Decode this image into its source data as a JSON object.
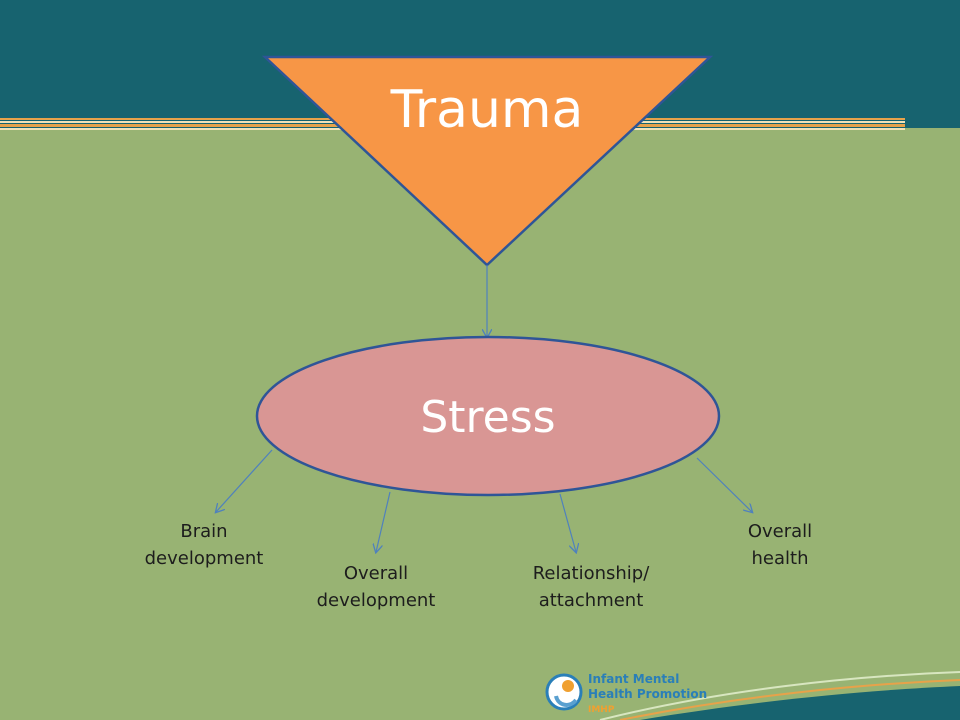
{
  "diagram": {
    "source": "Trauma",
    "center": "Stress",
    "effects": [
      {
        "label": "Brain\ndevelopment"
      },
      {
        "label": "Overall\ndevelopment"
      },
      {
        "label": "Relationship/\nattachment"
      },
      {
        "label": "Overall\nhealth"
      }
    ]
  },
  "colors": {
    "header": "#17636f",
    "background": "#98b373",
    "triangle_fill": "#f79646",
    "ellipse_fill": "#d99694",
    "outline": "#2f5597",
    "arrow": "#4f81bd"
  },
  "logo": {
    "line1": "Infant Mental",
    "line2": "Health Promotion",
    "abbrev": "IMHP"
  }
}
